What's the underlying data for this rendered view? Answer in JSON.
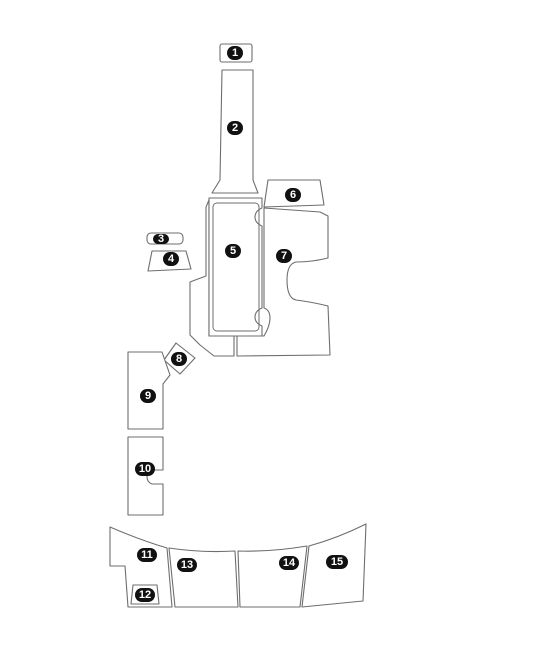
{
  "parts": [
    {
      "id": "part-1",
      "number": "1"
    },
    {
      "id": "part-2",
      "number": "2"
    },
    {
      "id": "part-3",
      "number": "3"
    },
    {
      "id": "part-4",
      "number": "4"
    },
    {
      "id": "part-5",
      "number": "5"
    },
    {
      "id": "part-6",
      "number": "6"
    },
    {
      "id": "part-7",
      "number": "7"
    },
    {
      "id": "part-8",
      "number": "8"
    },
    {
      "id": "part-9",
      "number": "9"
    },
    {
      "id": "part-10",
      "number": "10"
    },
    {
      "id": "part-11",
      "number": "11"
    },
    {
      "id": "part-12",
      "number": "12"
    },
    {
      "id": "part-13",
      "number": "13"
    },
    {
      "id": "part-14",
      "number": "14"
    },
    {
      "id": "part-15",
      "number": "15"
    }
  ],
  "colors": {
    "outline": "#6e6e6e",
    "badge": "#111111",
    "badge_text": "#ffffff",
    "background": "#ffffff"
  }
}
